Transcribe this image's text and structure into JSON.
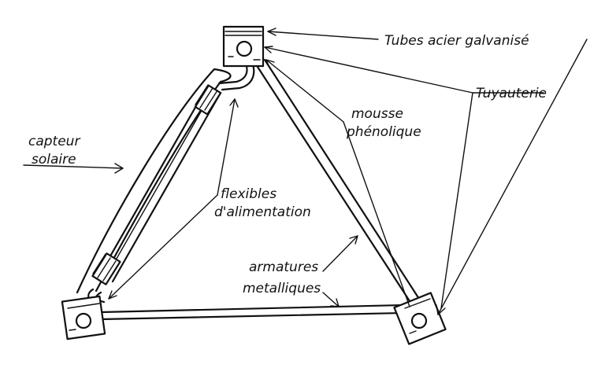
{
  "diagram": {
    "labels": {
      "tubes": "Tubes acier galvanisé",
      "tuyauterie": "Tuyauterie",
      "mousse_line1": "mousse",
      "mousse_line2": "phénolique",
      "capteur_line1": "capteur",
      "capteur_line2": "solaire",
      "flexibles_line1": "flexibles",
      "flexibles_line2": "d'alimentation",
      "armatures_line1": "armatures",
      "armatures_line2": "metalliques"
    },
    "colors": {
      "ink": "#111111",
      "paper": "#ffffff"
    }
  }
}
